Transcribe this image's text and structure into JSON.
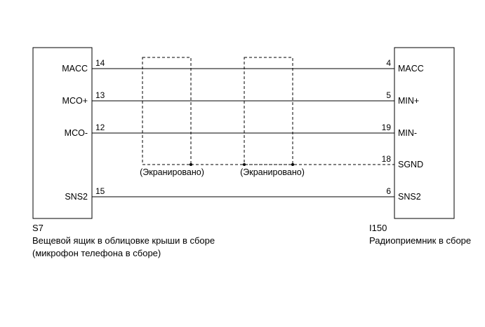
{
  "left_connector": {
    "code": "S7",
    "name_line1": "Вещевой ящик в облицовке крыши в сборе",
    "name_line2": "(микрофон телефона в сборе)",
    "pins": [
      {
        "label": "MACC",
        "number": "14"
      },
      {
        "label": "MCO+",
        "number": "13"
      },
      {
        "label": "MCO-",
        "number": "12"
      },
      {
        "label": "SNS2",
        "number": "15"
      }
    ]
  },
  "right_connector": {
    "code": "I150",
    "name": "Радиоприемник в сборе",
    "pins": [
      {
        "label": "MACC",
        "number": "4"
      },
      {
        "label": "MIN+",
        "number": "5"
      },
      {
        "label": "MIN-",
        "number": "19"
      },
      {
        "label": "SGND",
        "number": "18"
      },
      {
        "label": "SNS2",
        "number": "6"
      }
    ]
  },
  "shields": [
    {
      "label": "(Экранировано)"
    },
    {
      "label": "(Экранировано)"
    }
  ],
  "colors": {
    "line": "#000000",
    "background": "#ffffff"
  }
}
